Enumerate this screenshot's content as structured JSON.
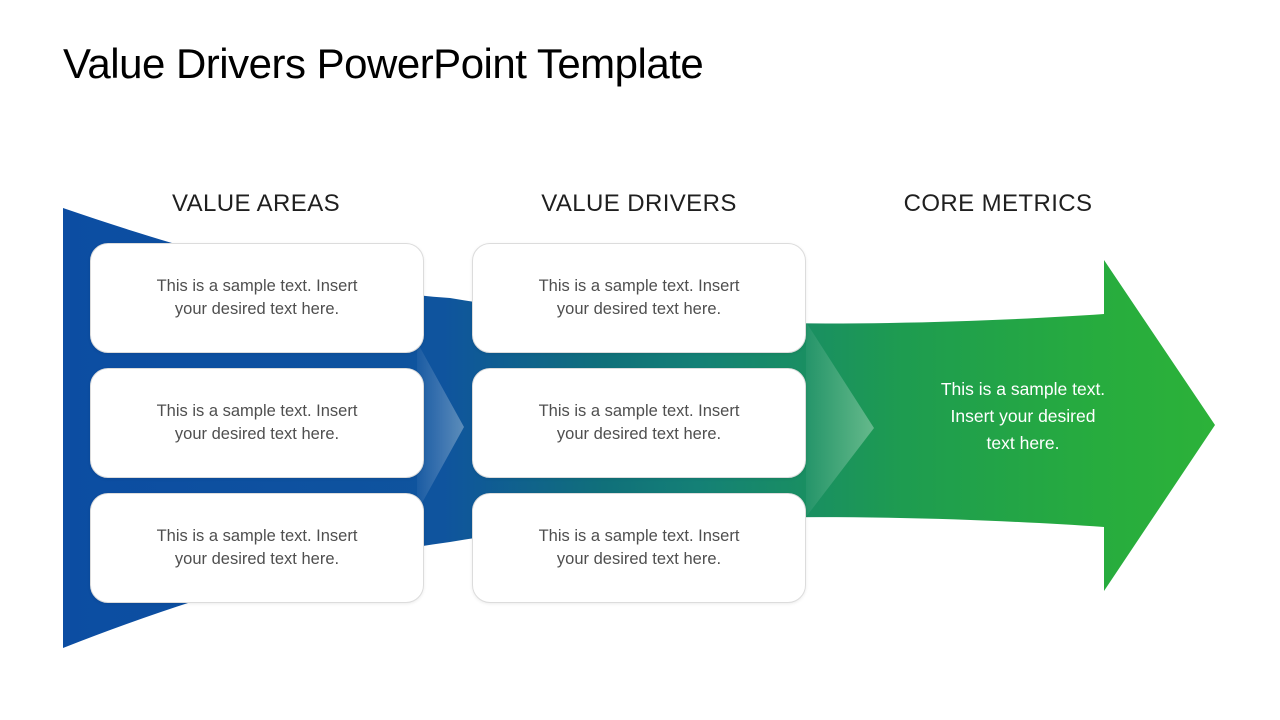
{
  "slide": {
    "title": "Value Drivers PowerPoint Template",
    "columns": [
      {
        "header": "VALUE AREAS",
        "boxes": [
          "This is a sample text. Insert\nyour desired text here.",
          "This is a sample text. Insert\nyour desired text here.",
          "This is a sample text. Insert\nyour desired text here."
        ]
      },
      {
        "header": "VALUE DRIVERS",
        "boxes": [
          "This is a sample text. Insert\nyour desired text here.",
          "This is a sample text. Insert\nyour desired text here.",
          "This is a sample text. Insert\nyour desired text here."
        ]
      },
      {
        "header": "CORE METRICS",
        "arrow_text": "This is a sample text.\nInsert your desired\ntext here."
      }
    ],
    "colors": {
      "arrow_blue": "#0C4DA2",
      "arrow_teal": "#13787A",
      "arrow_green": "#2BB23A",
      "gradient_stops": [
        "#0C4DA2",
        "#0F549E",
        "#10707A",
        "#148076",
        "#1E9C50",
        "#27AC3E",
        "#2CB239"
      ],
      "box_border": "#DCDCDC",
      "box_text": "#4F4F4F",
      "header_text": "#1F1F1F",
      "title_text": "#000000"
    }
  }
}
